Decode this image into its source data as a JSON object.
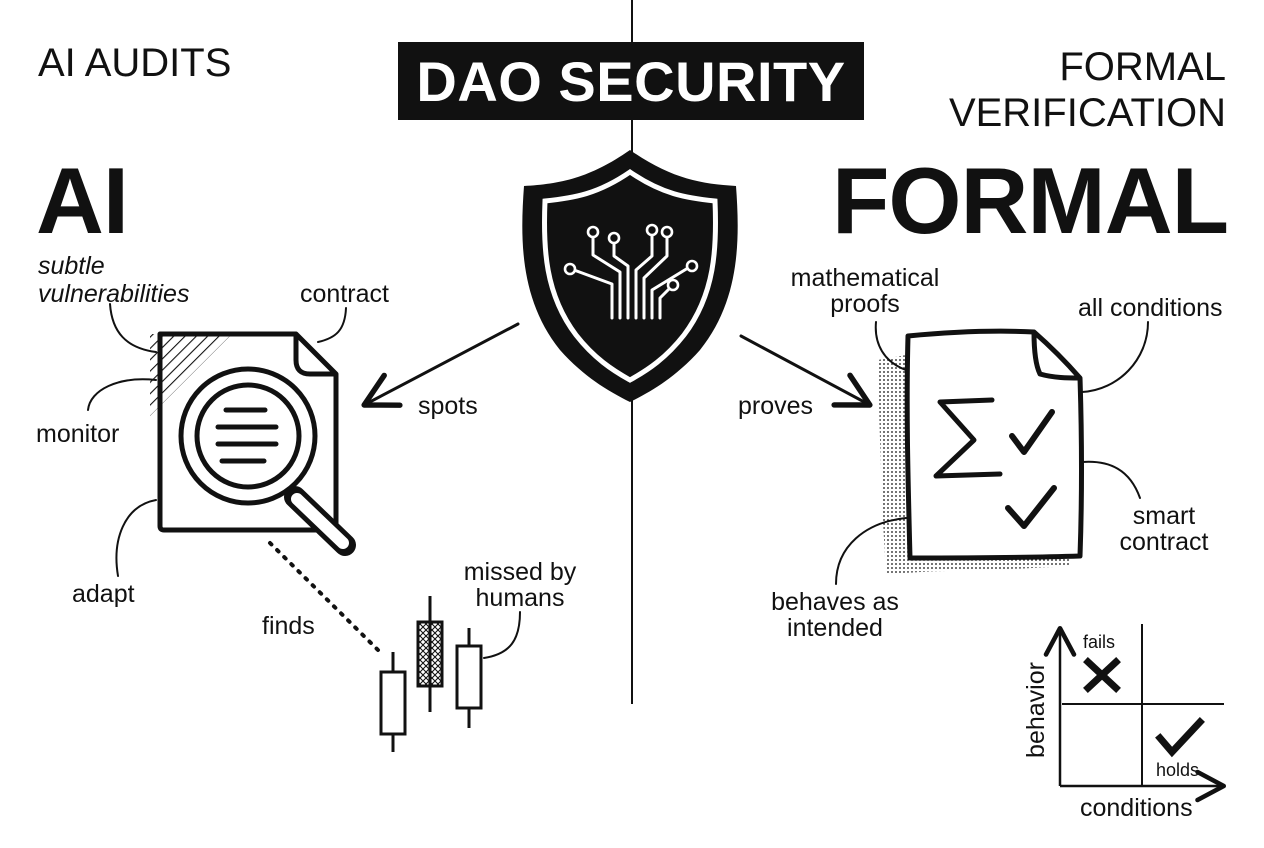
{
  "title": "DAO SECURITY",
  "left": {
    "heading_small": "AI AUDITS",
    "heading_big": "AI",
    "labels": {
      "subtle_line1": "subtle",
      "subtle_line2": "vulnerabilities",
      "contract": "contract",
      "monitor": "monitor",
      "adapt": "adapt",
      "spots": "spots",
      "finds": "finds",
      "missed_line1": "missed by",
      "missed_line2": "humans"
    }
  },
  "right": {
    "heading_small_line1": "FORMAL",
    "heading_small_line2": "VERIFICATION",
    "heading_big": "FORMAL",
    "labels": {
      "math_line1": "mathematical",
      "math_line2": "proofs",
      "all_conditions": "all conditions",
      "proves": "proves",
      "smart_line1": "smart",
      "smart_line2": "contract",
      "behaves_line1": "behaves as",
      "behaves_line2": "intended"
    },
    "quadrant": {
      "y_axis": "behavior",
      "x_axis": "conditions",
      "fails": "fails",
      "holds": "holds"
    }
  },
  "icons": [
    "shield-circuit-icon",
    "magnifier-document-icon",
    "candlestick-icon",
    "sigma-document-icon",
    "check-icon",
    "cross-icon"
  ],
  "colors": {
    "ink": "#111111",
    "paper": "#ffffff"
  }
}
